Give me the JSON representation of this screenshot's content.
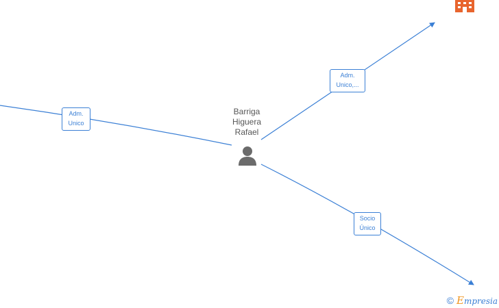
{
  "person": {
    "name_lines": [
      "Barriga",
      "Higuera",
      "Rafael"
    ],
    "icon": "person-icon"
  },
  "company": {
    "icon": "building-icon",
    "color": "#e8652e"
  },
  "relations": {
    "left": {
      "line1": "Adm.",
      "line2": "Unico"
    },
    "upper": {
      "line1": "Adm.",
      "line2": "Unico,..."
    },
    "lower": {
      "line1": "Socio",
      "line2": "Único"
    }
  },
  "watermark": {
    "copyright": "©",
    "brand_initial": "E",
    "brand_rest": "mpresia"
  },
  "colors": {
    "edge": "#3a7fd5",
    "person": "#6b6b6b",
    "brand_accent": "#f0951f"
  }
}
